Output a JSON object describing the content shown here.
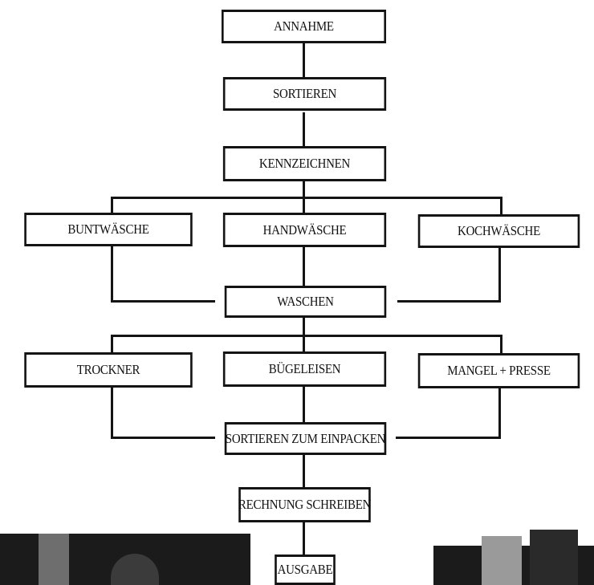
{
  "flowchart": {
    "steps": {
      "annahme": "ANNAHME",
      "sortieren": "SORTIEREN",
      "kennzeichnen": "KENNZEICHNEN",
      "buntwaesche": "BUNTWÄSCHE",
      "handwaesche": "HANDWÄSCHE",
      "kochwaesche": "KOCHWÄSCHE",
      "waschen": "WASCHEN",
      "trockner": "TROCKNER",
      "buegeleisen": "BÜGELEISEN",
      "mangel_presse": "MANGEL + PRESSE",
      "sortieren_einpacken": "SORTIEREN ZUM EINPACKEN",
      "rechnung": "RECHNUNG SCHREIBEN",
      "ausgabe": "AUSGABE"
    }
  },
  "colors": {
    "ink": "#141414",
    "paper": "#ffffff"
  }
}
